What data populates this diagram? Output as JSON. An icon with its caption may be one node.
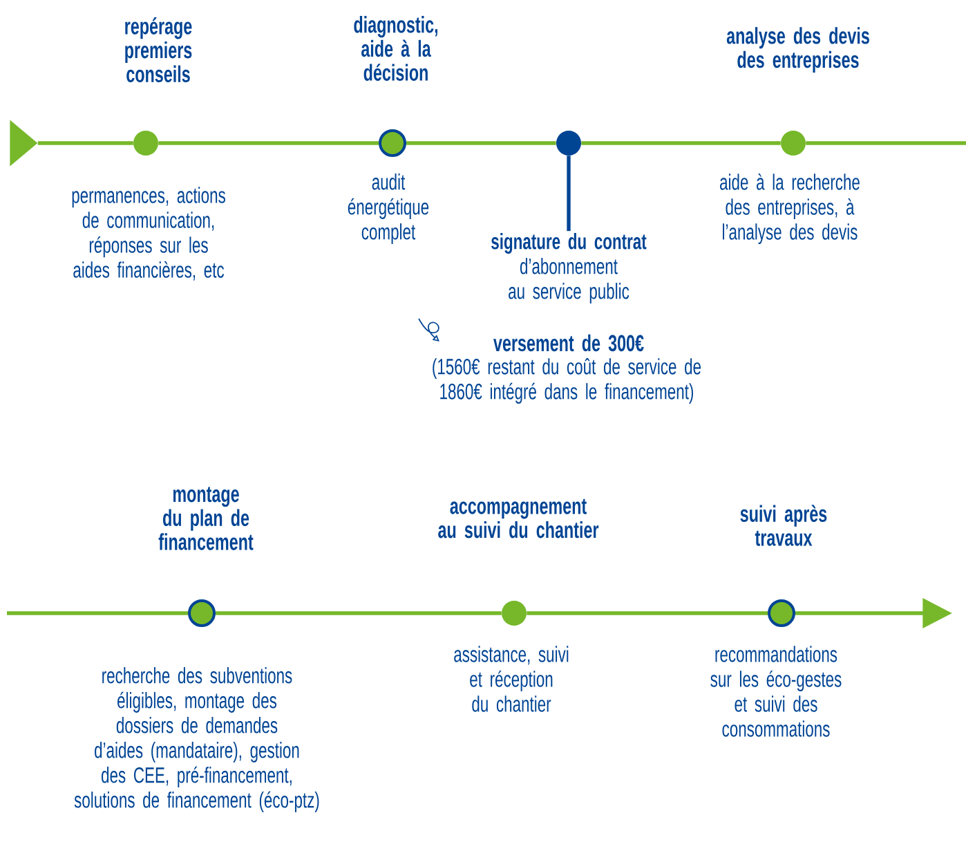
{
  "diagram": {
    "nodes": [
      {
        "text": [],
        "shape": "circle",
        "beside": [
          "repérage premiers conseils",
          "permanences, actions de communication, réponses sur les aides financières, etc"
        ]
      },
      {
        "text": [],
        "shape": "circle",
        "beside": [
          "diagnostic, aide à la décision",
          "audit énergétique complet"
        ]
      },
      {
        "text": [],
        "shape": "circle"
      },
      {
        "text": [],
        "shape": "circle",
        "beside": [
          "analyse des devis des entreprises",
          "aide à la recherche des entreprises, à l’analyse des devis"
        ]
      },
      {
        "text": [
          "**signature du contrat** d’abonnement au service public"
        ]
      },
      {
        "text": [],
        "shape": "circle",
        "beside": [
          "montage du plan de financement",
          "recherche des subventions éligibles, montage des dossiers de demandes d’aides (mandataire), gestion des CEE, pré-financement, solutions de financement (éco-ptz)"
        ]
      },
      {
        "text": [],
        "shape": "circle",
        "beside": [
          "accompagnement au suivi du chantier",
          "assistance, suivi et réception du chantier"
        ]
      },
      {
        "text": [],
        "shape": "circle",
        "beside": [
          "suivi après travaux",
          "recommandations sur les éco-gestes et suivi des consommations"
        ]
      },
      {
        "text": [],
        "shape": "triangle"
      }
    ],
    "edges": [
      {
        "from": 8,
        "to": 0,
        "arrow": "none"
      },
      {
        "from": 0,
        "to": 1,
        "arrow": "none"
      },
      {
        "from": 1,
        "to": 2,
        "arrow": "none"
      },
      {
        "from": 2,
        "to": 3,
        "arrow": "none"
      },
      {
        "from": 3,
        "to": null,
        "arrow": "none"
      },
      {
        "from": 2,
        "to": 4,
        "arrow": "none",
        "color": "#004494"
      },
      {
        "from": null,
        "to": 5,
        "arrow": "none"
      },
      {
        "from": 5,
        "to": 6,
        "arrow": "none"
      },
      {
        "from": 6,
        "to": 7,
        "arrow": "none"
      },
      {
        "from": 7,
        "to": null,
        "arrow": "to"
      }
    ],
    "labels": [
      "versement de 300€",
      "(1560€ restant du coût de service de 1860€ intégré dans le financement)"
    ]
  }
}
